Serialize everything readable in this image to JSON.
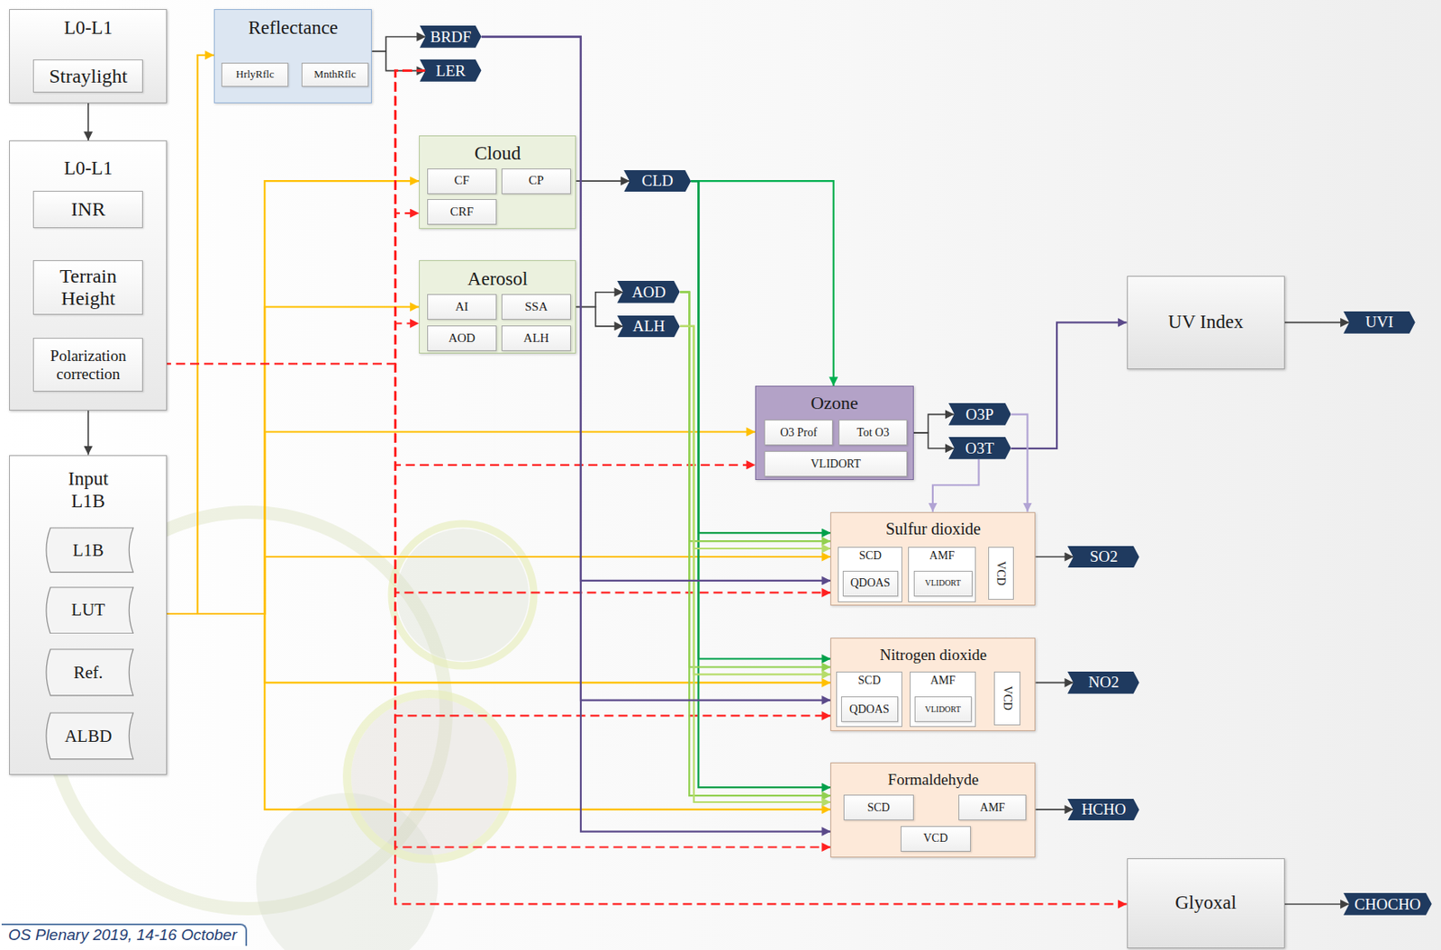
{
  "diagram": {
    "nodes": [
      {
        "text": [
          "L0-L1"
        ]
      },
      {
        "text": [
          "Straylight"
        ],
        "in": 0
      },
      {
        "text": [
          "L0-L1"
        ]
      },
      {
        "text": [
          "INR"
        ],
        "in": 2
      },
      {
        "text": [
          "Terrain Height"
        ],
        "in": 2
      },
      {
        "text": [
          "Polarization correction"
        ],
        "in": 2
      },
      {
        "text": [
          "Input L1B"
        ]
      },
      {
        "text": [
          "L1B"
        ],
        "in": 6
      },
      {
        "text": [
          "LUT"
        ],
        "in": 6
      },
      {
        "text": [
          "Ref."
        ],
        "in": 6
      },
      {
        "text": [
          "ALBD"
        ],
        "in": 6
      },
      {
        "text": [
          "Reflectance"
        ]
      },
      {
        "text": [
          "HrlyRflc"
        ],
        "in": 11
      },
      {
        "text": [
          "MnthRflc"
        ],
        "in": 11
      },
      {
        "text": [
          "BRDF"
        ]
      },
      {
        "text": [
          "LER"
        ]
      },
      {
        "text": [
          "Cloud"
        ]
      },
      {
        "text": [
          "CF"
        ],
        "in": 16
      },
      {
        "text": [
          "CP"
        ],
        "in": 16
      },
      {
        "text": [
          "CRF"
        ],
        "in": 16
      },
      {
        "text": [
          "CLD"
        ]
      },
      {
        "text": [
          "Aerosol"
        ]
      },
      {
        "text": [
          "AI"
        ],
        "in": 21
      },
      {
        "text": [
          "SSA"
        ],
        "in": 21
      },
      {
        "text": [
          "AOD"
        ],
        "in": 21
      },
      {
        "text": [
          "ALH"
        ],
        "in": 21
      },
      {
        "text": [
          "AOD"
        ]
      },
      {
        "text": [
          "ALH"
        ]
      },
      {
        "text": [
          "Ozone"
        ]
      },
      {
        "text": [
          "O3 Prof"
        ],
        "in": 28
      },
      {
        "text": [
          "Tot O3"
        ],
        "in": 28
      },
      {
        "text": [
          "VLIDORT"
        ],
        "in": 28
      },
      {
        "text": [
          "O3P"
        ]
      },
      {
        "text": [
          "O3T"
        ]
      },
      {
        "text": [
          "UV Index"
        ]
      },
      {
        "text": [
          "UVI"
        ]
      },
      {
        "text": [
          "Sulfur dioxide"
        ]
      },
      {
        "text": [
          "SCD"
        ],
        "in": 36
      },
      {
        "text": [
          "QDOAS"
        ],
        "in": 37
      },
      {
        "text": [
          "AMF"
        ],
        "in": 36
      },
      {
        "text": [
          "VLIDORT"
        ],
        "in": 39
      },
      {
        "text": [
          "VCD"
        ],
        "in": 36
      },
      {
        "text": [
          "SO2"
        ]
      },
      {
        "text": [
          "Nitrogen dioxide"
        ]
      },
      {
        "text": [
          "SCD"
        ],
        "in": 43
      },
      {
        "text": [
          "QDOAS"
        ],
        "in": 44
      },
      {
        "text": [
          "AMF"
        ],
        "in": 43
      },
      {
        "text": [
          "VLIDORT"
        ],
        "in": 46
      },
      {
        "text": [
          "VCD"
        ],
        "in": 43
      },
      {
        "text": [
          "NO2"
        ]
      },
      {
        "text": [
          "Formaldehyde"
        ]
      },
      {
        "text": [
          "SCD"
        ],
        "in": 50
      },
      {
        "text": [
          "AMF"
        ],
        "in": 50
      },
      {
        "text": [
          "VCD"
        ],
        "in": 50
      },
      {
        "text": [
          "HCHO"
        ]
      },
      {
        "text": [
          "Glyoxal"
        ]
      },
      {
        "text": [
          "CHOCHO"
        ]
      }
    ],
    "edges": [
      {
        "from": 0,
        "to": 2,
        "arrow": "to"
      },
      {
        "from": 3,
        "to": 4,
        "arrow": "to"
      },
      {
        "from": 4,
        "to": 5,
        "arrow": "to"
      },
      {
        "from": 2,
        "to": 6,
        "arrow": "to"
      },
      {
        "from": 12,
        "to": 13,
        "arrow": "to"
      },
      {
        "from": 11,
        "to": 14,
        "arrow": "to"
      },
      {
        "from": 11,
        "to": 15,
        "arrow": "to"
      },
      {
        "from": 6,
        "to": 11,
        "arrow": "to"
      },
      {
        "from": 6,
        "to": 16,
        "arrow": "to"
      },
      {
        "from": 6,
        "to": 21,
        "arrow": "to"
      },
      {
        "from": 6,
        "to": 28,
        "arrow": "to"
      },
      {
        "from": 6,
        "to": 36,
        "arrow": "to"
      },
      {
        "from": 6,
        "to": 43,
        "arrow": "to"
      },
      {
        "from": 6,
        "to": 50,
        "arrow": "to"
      },
      {
        "from": 15,
        "to": 5,
        "arrow": "to"
      },
      {
        "from": 15,
        "to": 16,
        "arrow": "to"
      },
      {
        "from": 15,
        "to": 21,
        "arrow": "to"
      },
      {
        "from": 15,
        "to": 28,
        "arrow": "to"
      },
      {
        "from": 15,
        "to": 36,
        "arrow": "to"
      },
      {
        "from": 15,
        "to": 43,
        "arrow": "to"
      },
      {
        "from": 15,
        "to": 50,
        "arrow": "to"
      },
      {
        "from": 15,
        "to": 55,
        "arrow": "to"
      },
      {
        "from": 16,
        "to": 20,
        "arrow": "to"
      },
      {
        "from": 20,
        "to": 28,
        "arrow": "to"
      },
      {
        "from": 20,
        "to": 36,
        "arrow": "to"
      },
      {
        "from": 20,
        "to": 43,
        "arrow": "to"
      },
      {
        "from": 20,
        "to": 50,
        "arrow": "to"
      },
      {
        "from": 21,
        "to": 26,
        "arrow": "to"
      },
      {
        "from": 21,
        "to": 27,
        "arrow": "to"
      },
      {
        "from": 26,
        "to": 36,
        "arrow": "to"
      },
      {
        "from": 26,
        "to": 43,
        "arrow": "to"
      },
      {
        "from": 26,
        "to": 50,
        "arrow": "to"
      },
      {
        "from": 27,
        "to": 36,
        "arrow": "to"
      },
      {
        "from": 27,
        "to": 43,
        "arrow": "to"
      },
      {
        "from": 27,
        "to": 50,
        "arrow": "to"
      },
      {
        "from": 14,
        "to": 36,
        "arrow": "to"
      },
      {
        "from": 14,
        "to": 43,
        "arrow": "to"
      },
      {
        "from": 14,
        "to": 50,
        "arrow": "to"
      },
      {
        "from": 28,
        "to": 32,
        "arrow": "to"
      },
      {
        "from": 28,
        "to": 33,
        "arrow": "to"
      },
      {
        "from": 33,
        "to": 34,
        "arrow": "to"
      },
      {
        "from": 34,
        "to": 35,
        "arrow": "to"
      },
      {
        "from": 32,
        "to": 36,
        "arrow": "to"
      },
      {
        "from": 33,
        "to": 36,
        "arrow": "to"
      },
      {
        "from": 36,
        "to": 42,
        "arrow": "to"
      },
      {
        "from": 43,
        "to": 49,
        "arrow": "to"
      },
      {
        "from": 50,
        "to": 54,
        "arrow": "to"
      },
      {
        "from": 55,
        "to": 56,
        "arrow": "to"
      }
    ],
    "labels": [
      "OS Plenary 2019, 14-16 October"
    ]
  }
}
